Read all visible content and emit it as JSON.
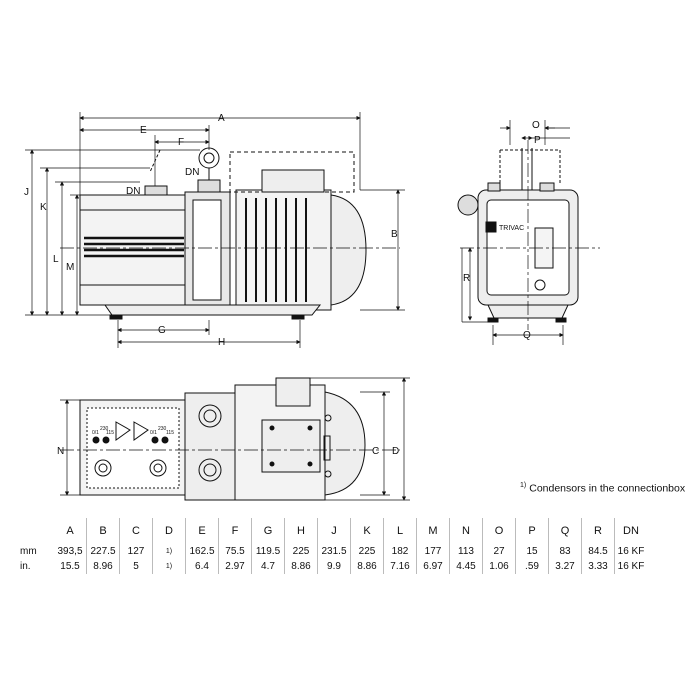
{
  "labels": {
    "A": "A",
    "B": "B",
    "C": "C",
    "D": "D",
    "E": "E",
    "F": "F",
    "G": "G",
    "H": "H",
    "J": "J",
    "K": "K",
    "L": "L",
    "M": "M",
    "N": "N",
    "O": "O",
    "P": "P",
    "Q": "Q",
    "R": "R",
    "DN": "DN",
    "brand": "TRIVAC",
    "switch_1": "0/1",
    "switch_2": "0/1",
    "volt_1": "230",
    "volt_2": "115",
    "volt_3": "230",
    "volt_4": "115"
  },
  "footnote": {
    "marker": "1)",
    "text": "Condensors in the connectionbox"
  },
  "table": {
    "headers": [
      "A",
      "B",
      "C",
      "D",
      "E",
      "F",
      "G",
      "H",
      "J",
      "K",
      "L",
      "M",
      "N",
      "O",
      "P",
      "Q",
      "R",
      "DN"
    ],
    "rows": [
      {
        "unit": "mm",
        "values": [
          "393,5",
          "227.5",
          "127",
          "1)",
          "162.5",
          "75.5",
          "119.5",
          "225",
          "231.5",
          "225",
          "182",
          "177",
          "113",
          "27",
          "15",
          "83",
          "84.5",
          "16 KF"
        ]
      },
      {
        "unit": "in.",
        "values": [
          "15.5",
          "8.96",
          "5",
          "1)",
          "6.4",
          "2.97",
          "4.7",
          "8.86",
          "9.9",
          "8.86",
          "7.16",
          "6.97",
          "4.45",
          "1.06",
          ".59",
          "3.27",
          "3.33",
          "16 KF"
        ]
      }
    ]
  }
}
